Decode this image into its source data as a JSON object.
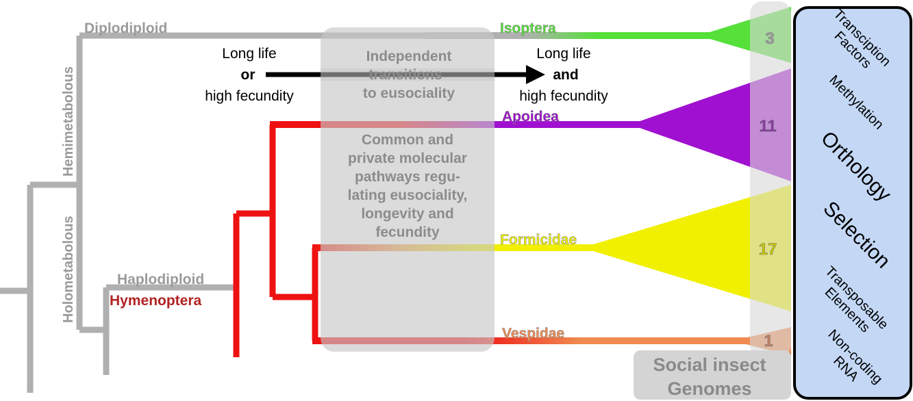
{
  "tree": {
    "diplodiploid": "Diplodiploid",
    "hemimetabolous": "Hemimetabolous",
    "holometabolous": "Holometabolous",
    "haplodiploid": "Haplodiploid",
    "hymenoptera": "Hymenoptera"
  },
  "taxa": [
    {
      "name": "Isoptera",
      "count": "3",
      "color": "#55e03a"
    },
    {
      "name": "Apoidea",
      "count": "11",
      "color": "#a010d0"
    },
    {
      "name": "Formicidae",
      "count": "17",
      "color": "#f0f000"
    },
    {
      "name": "Vespidae",
      "count": "1",
      "color": "#f08a50"
    }
  ],
  "transition": {
    "left_line1": "Long life",
    "left_line2": "or",
    "left_line3": "high fecundity",
    "right_line1": "Long life",
    "right_line2": "and",
    "right_line3": "high fecundity"
  },
  "overlay": {
    "heading_line1": "Independent",
    "heading_line2": "transitions",
    "heading_line3": "to eusociality",
    "body_lines": [
      "Common and",
      "private molecular",
      "pathways regu-",
      "lating eusociality,",
      "longevity and",
      "fecundity"
    ]
  },
  "genomes": {
    "line1": "Social insect",
    "line2": "Genomes"
  },
  "topics": [
    {
      "lines": [
        "Transciption",
        "Factors"
      ]
    },
    {
      "lines": [
        "Methylation"
      ]
    },
    {
      "lines": [
        "Orthology"
      ]
    },
    {
      "lines": [
        "Selection"
      ]
    },
    {
      "lines": [
        "Transposable",
        "Elements"
      ]
    },
    {
      "lines": [
        "Non-coding",
        "RNA"
      ]
    }
  ],
  "colors": {
    "gray_branch": "#b0b0b0",
    "red_branch": "#ee1111",
    "hymenoptera_text": "#b22222",
    "panel_blue": "#c4d8f6",
    "overlay_gray": "#d4d4d4"
  }
}
